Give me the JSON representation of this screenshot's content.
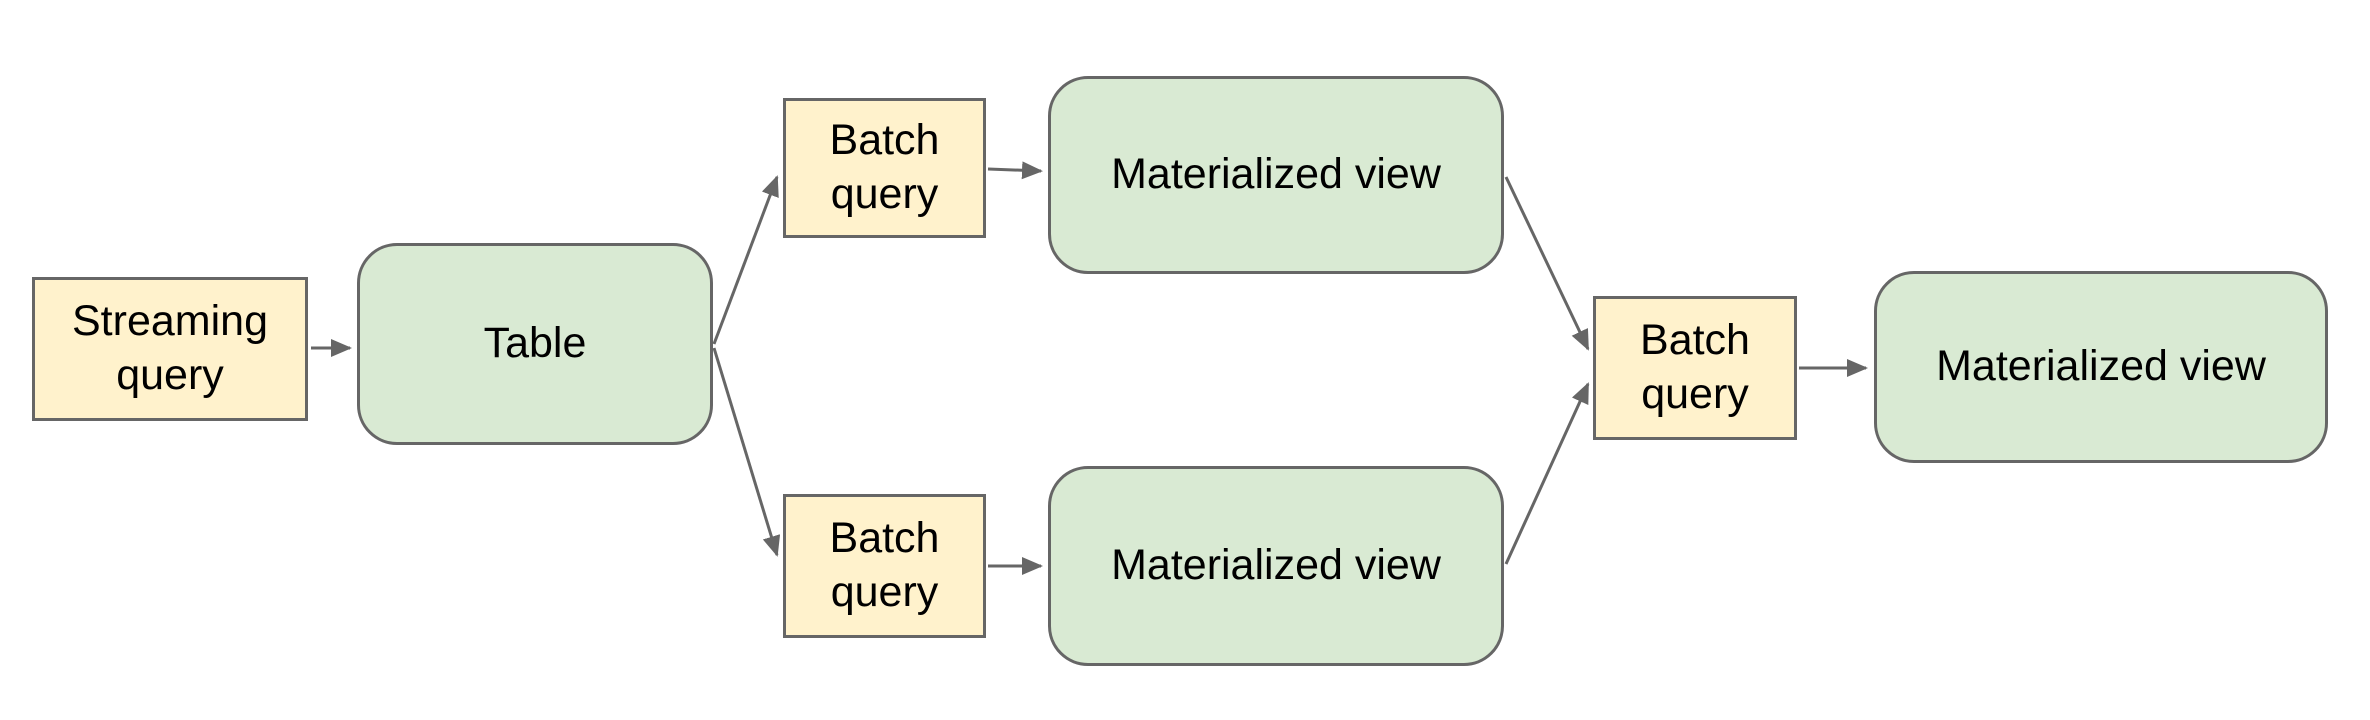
{
  "diagram": {
    "colors": {
      "query_fill": "#FFF2CC",
      "store_fill": "#D9EAD3",
      "border": "#666666",
      "text": "#000000",
      "background": "#FFFFFF"
    },
    "nodes": [
      {
        "id": "streaming-query",
        "label": "Streaming query",
        "shape": "rectangle",
        "kind": "query"
      },
      {
        "id": "table",
        "label": "Table",
        "shape": "rounded-rectangle",
        "kind": "store"
      },
      {
        "id": "batch-query-top",
        "label": "Batch query",
        "shape": "rectangle",
        "kind": "query"
      },
      {
        "id": "materialized-view-top",
        "label": "Materialized view",
        "shape": "rounded-rectangle",
        "kind": "store"
      },
      {
        "id": "batch-query-bottom",
        "label": "Batch query",
        "shape": "rectangle",
        "kind": "query"
      },
      {
        "id": "materialized-view-bottom",
        "label": "Materialized view",
        "shape": "rounded-rectangle",
        "kind": "store"
      },
      {
        "id": "batch-query-final",
        "label": "Batch query",
        "shape": "rectangle",
        "kind": "query"
      },
      {
        "id": "materialized-view-final",
        "label": "Materialized view",
        "shape": "rounded-rectangle",
        "kind": "store"
      }
    ],
    "edges": [
      {
        "from": "streaming-query",
        "to": "table"
      },
      {
        "from": "table",
        "to": "batch-query-top"
      },
      {
        "from": "table",
        "to": "batch-query-bottom"
      },
      {
        "from": "batch-query-top",
        "to": "materialized-view-top"
      },
      {
        "from": "batch-query-bottom",
        "to": "materialized-view-bottom"
      },
      {
        "from": "materialized-view-top",
        "to": "batch-query-final"
      },
      {
        "from": "materialized-view-bottom",
        "to": "batch-query-final"
      },
      {
        "from": "batch-query-final",
        "to": "materialized-view-final"
      }
    ]
  }
}
